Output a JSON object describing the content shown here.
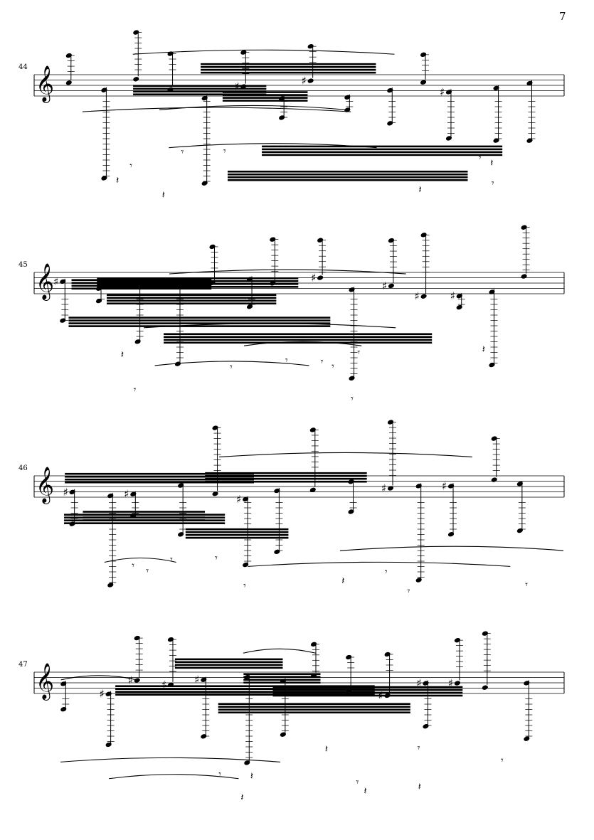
{
  "page_number": "7",
  "systems": [
    {
      "measure": "44"
    },
    {
      "measure": "45"
    },
    {
      "measure": "46"
    },
    {
      "measure": "47"
    }
  ],
  "glyphs": {
    "treble_clef": "𝄞",
    "sharp": "♯",
    "natural": "♮",
    "quarter_rest": "𝄽",
    "eighth_rest": "𝄾"
  }
}
